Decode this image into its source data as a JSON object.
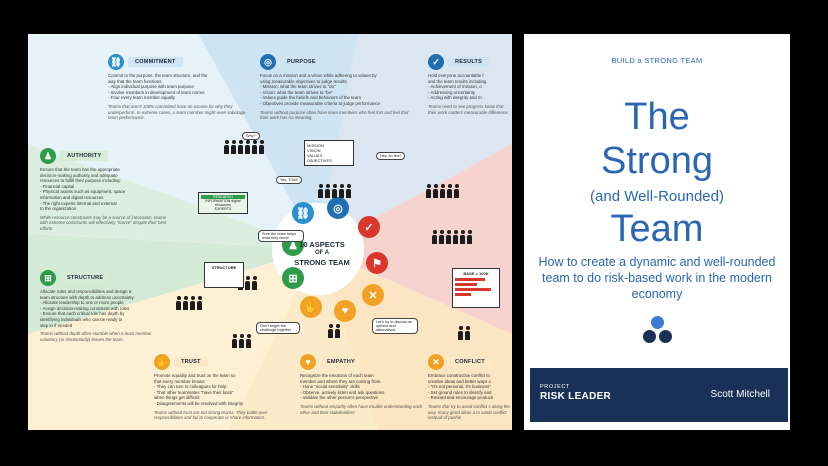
{
  "poster": {
    "center_title_l1": "10 ASPECTS",
    "center_title_l2": "OF A",
    "center_title_l3": "STRONG TEAM",
    "sections": {
      "commitment": {
        "label": "COMMITMENT",
        "color": "#2c8fce",
        "lines": [
          "Commit to the purpose, the team structure, and the",
          "way that the team functions.",
          "- Align individual purpose with team purpose",
          "- Involve members in development of team norms",
          "- Four every team member equally"
        ],
        "note": "Teams that aren't 100% committed have an excuse for why they underperform. In extreme cases, a team member might even sabotage team performance."
      },
      "purpose": {
        "label": "PURPOSE",
        "color": "#1f6fb3",
        "lines": [
          "Focus on a mission and a vision while adhering to values by",
          "using measurable objectives to judge results.",
          "- Mission: what the team strives to \"do\"",
          "- Vision: what the team strives to \"be\"",
          "- Values guide the beliefs and behaviors of the team",
          "- Objectives provide measurable criteria to judge performance"
        ],
        "note": "Teams without purpose often have team members who feel lost and feel that their work has no meaning."
      },
      "results": {
        "label": "RESULTS",
        "color": "#d9362c",
        "lines": [
          "Hold everyone accountable f",
          "and the team results including",
          "- Achievement of mission, o",
          "- Addressing uncertainty",
          "- Acting with integrity and m"
        ],
        "note": "Teams need to see progress know that their work matters measurable difference."
      },
      "authority": {
        "label": "AUTHORITY",
        "color": "#2e9a4a",
        "lines": [
          "Ensure that the team has the appropriate",
          "decision-making authority and adequate",
          "resources to fulfill their purpose including:",
          "- Financial capital",
          "- Physical assets such as equipment, space",
          "  information and digital resources",
          "- The right experts internal and external",
          "  to the organization"
        ],
        "note": "While resource constraints may be a source of innovation, teams with extreme constraints will effectively \"starve\" despite their best efforts."
      },
      "structure": {
        "label": "STRUCTURE",
        "color": "#2e9a4a",
        "lines": [
          "Allocate roles and responsibilities and design a",
          "team structure with depth to address uncertainty.",
          "- Allocate leadership to one or more people",
          "- Assign decision-making consistent with roles",
          "- Ensure that each critical role has depth by",
          "  identifying individuals who can be ready to",
          "  step in if needed"
        ],
        "note": "Teams without depth often stumble when a team member voluntary (or involuntarily) leaves the team."
      },
      "trust": {
        "label": "TRUST",
        "color": "#f1a224",
        "lines": [
          "Promote equality and trust on the team so",
          "that every member knows:",
          "- They can turn to colleagues for help",
          "- That other teammates \"have their back\"",
          "  when things get difficult",
          "- Disagreements will be resolved with integrity"
        ],
        "note": "Teams without trust are not strong teams. They battle over responsibilities and fail to cooperate or share information."
      },
      "empathy": {
        "label": "EMPATHY",
        "color": "#f1a224",
        "lines": [
          "Recognize the emotions of each team",
          "member and where they are coming from.",
          "- Hone \"social sensitivity\" skills",
          "- Observe, actively listen and ask questions",
          "- Validate the other person's perspective"
        ],
        "note": "Teams without empathy often have trouble understanding each other and their stakeholders."
      },
      "conflict": {
        "label": "CONFLICT",
        "color": "#f1a224",
        "lines": [
          "Embrace constructive conflict to",
          "creative ideas and better ways o",
          "- \"It's not personal, it's business\"",
          "- Set ground rules to identify and",
          "- Reward and encourage producti"
        ],
        "note": "Teams that try to avoid conflict s along the way, many good ideas a to avoid conflict instead of pushin"
      }
    },
    "bubbles": {
      "yes_tom": "Yes, TOM!",
      "why": "Why?",
      "hey_so_fine": "Hey, so fine!",
      "yes_blunt": "Sure the team helps what they need!",
      "dont": "Don't forget the challenge together",
      "check": "Let's try to discuss an options and alternatives",
      "information": "INFORMATION digital resources",
      "research": "RESEARCH",
      "expert": "EXPERTS",
      "structure_board": "STRUCTURE",
      "mission_board": [
        "MISSION",
        "VISION",
        "VALUES",
        "OBJECTIVES"
      ],
      "bars_board": "BASE = 100K"
    },
    "wedge_colors": {
      "blue": "#cfe4f3",
      "green": "#d7ecd6",
      "red": "#f7d3cf",
      "yellow": "#fbe8c4",
      "green2": "#cfe9d1"
    }
  },
  "book": {
    "kicker": "BUILD a STRONG TEAM",
    "title_line1": "The",
    "title_line2": "Strong",
    "title_line3": "(and Well-Rounded)",
    "title_line4": "Team",
    "subtitle": "How to create a dynamic and well-rounded team to do risk-based work in the modern economy",
    "brand_small": "PROJECT",
    "brand_big": "RISK LEADER",
    "author": "Scott Mitchell",
    "colors": {
      "title": "#2a66b4",
      "footer": "#1a3157",
      "dot_top": "#3a7dd0",
      "dot_bottom": "#1a3157"
    }
  }
}
